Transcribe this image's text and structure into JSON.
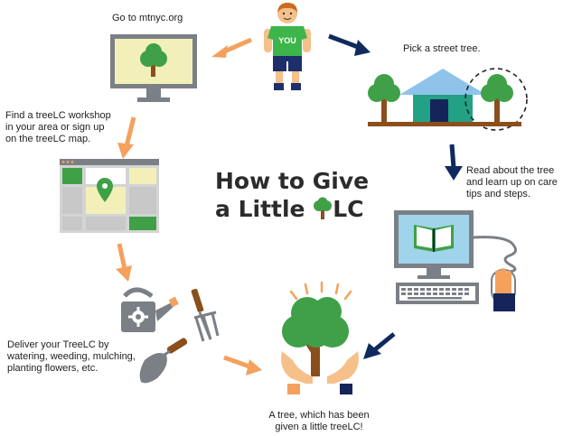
{
  "title": {
    "line1": "How to Give",
    "line2_prefix": "a Little",
    "line2_suffix": "LC"
  },
  "person": {
    "shirt_text": "YOU"
  },
  "steps": {
    "go_to": "Go to mtnyc.org",
    "pick": "Pick a street tree.",
    "find": [
      "Find a treeLC workshop",
      "in your area or sign up",
      "on the treeLC map."
    ],
    "read": [
      "Read about the tree",
      "and learn up on care",
      "tips and steps."
    ],
    "deliver": [
      "Deliver your TreeLC by",
      "watering, weeding, mulching,",
      "planting flowers, etc."
    ],
    "result": [
      "A tree, which has been",
      "given a little treeLC!"
    ]
  },
  "icons": [
    "person-icon",
    "monitor-tree-icon",
    "house-trees-icon",
    "map-screen-icon",
    "computer-book-icon",
    "watering-can-icon",
    "garden-fork-icon",
    "trowel-icon",
    "hands-tree-icon"
  ],
  "colors": {
    "orange_arrow": "#f4a15e",
    "navy_arrow": "#0f2a5c",
    "tree_green": "#3fa047",
    "trunk_brown": "#8a4f1c",
    "shirt_green": "#3db54a",
    "screen_yellow": "#f2f0b8",
    "monitor_gray": "#7b7f86",
    "house_teal": "#22a184",
    "roof_blue": "#8fc3e9"
  }
}
